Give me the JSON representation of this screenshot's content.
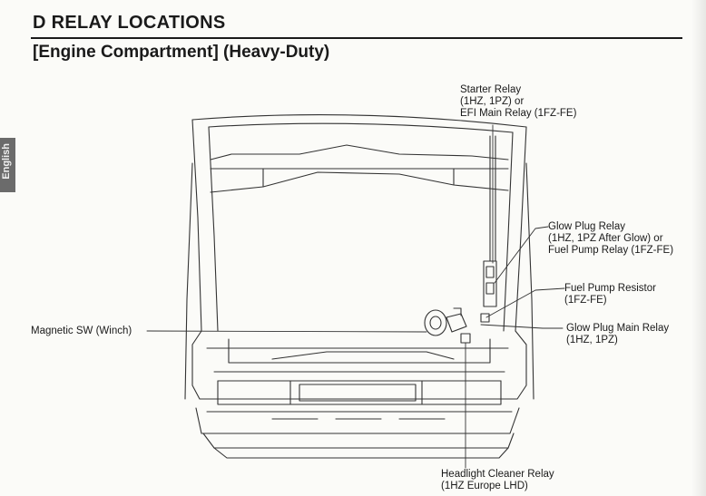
{
  "header": {
    "section_title": "D  RELAY LOCATIONS",
    "subtitle": "[Engine Compartment] (Heavy-Duty)",
    "language_tab": "English"
  },
  "callouts": {
    "starter_relay": [
      "Starter Relay",
      "(1HZ, 1PZ) or",
      "EFI Main Relay (1FZ-FE)"
    ],
    "glow_plug_relay": [
      "Glow Plug Relay",
      "(1HZ, 1PZ After Glow) or",
      "Fuel Pump Relay (1FZ-FE)"
    ],
    "fuel_pump_resistor": [
      "Fuel Pump Resistor",
      "(1FZ-FE)"
    ],
    "glow_plug_main_relay": [
      "Glow Plug Main Relay",
      "(1HZ, 1PZ)"
    ],
    "magnetic_sw": [
      "Magnetic SW (Winch)"
    ],
    "headlight_cleaner_relay": [
      "Headlight Cleaner Relay",
      "(1HZ Europe LHD)"
    ]
  }
}
